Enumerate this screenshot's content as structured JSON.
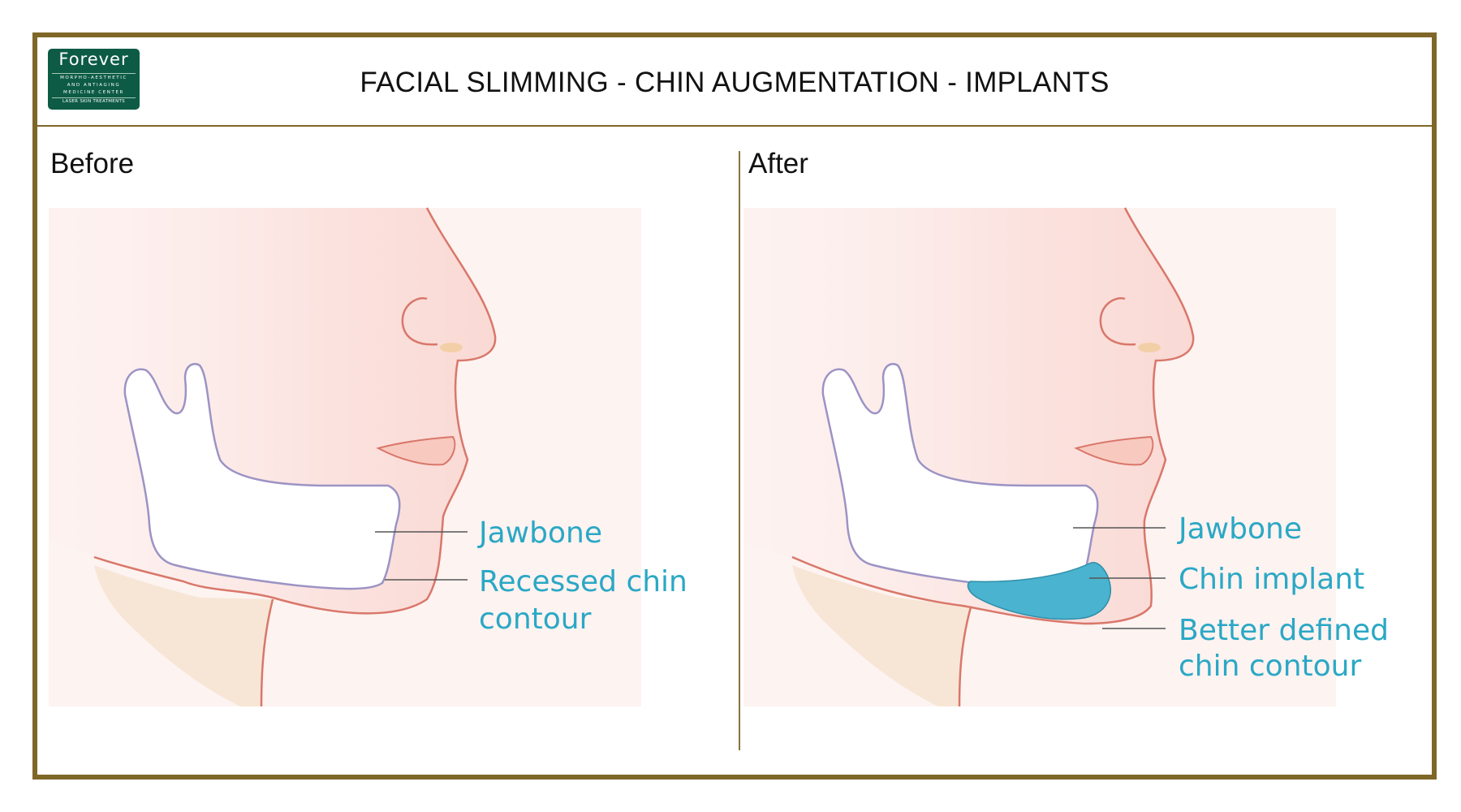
{
  "logo": {
    "brand": "Forever",
    "line1": "MORPHO-AESTHETIC",
    "line2": "AND ANTIAGING",
    "line3": "MEDICINE CENTER",
    "line4": "LASER SKIN TREATMENTS"
  },
  "title": "FACIAL SLIMMING - CHIN AUGMENTATION - IMPLANTS",
  "before": {
    "label": "Before",
    "callouts": {
      "jawbone": "Jawbone",
      "recessed_line1": "Recessed chin",
      "recessed_line2": "contour"
    }
  },
  "after": {
    "label": "After",
    "callouts": {
      "jawbone": "Jawbone",
      "implant": "Chin implant",
      "defined_line1": "Better defined",
      "defined_line2": "chin contour"
    }
  },
  "colors": {
    "frame": "#7f6728",
    "skin_outline": "#d9776a",
    "bone_outline": "#9c93c4",
    "implant": "#4ab3cf",
    "callout_text": "#2aa8c5",
    "logo_bg": "#0d5b45"
  }
}
